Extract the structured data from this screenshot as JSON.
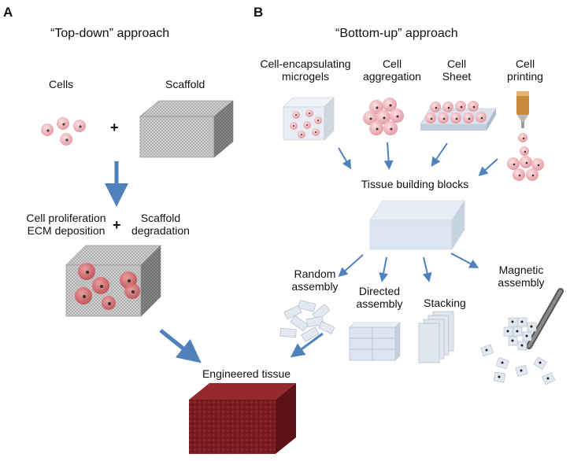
{
  "panels": {
    "a": "A",
    "b": "B"
  },
  "top_down": {
    "heading": "“Top-down” approach",
    "cells": "Cells",
    "scaffold": "Scaffold",
    "plus1": "+",
    "proliferation": [
      "Cell proliferation",
      "ECM deposition"
    ],
    "plus2": "+",
    "degradation": [
      "Scaffold",
      "degradation"
    ]
  },
  "bottom_up": {
    "heading": "“Bottom-up” approach",
    "methods": [
      [
        "Cell-encapsulating",
        "microgels"
      ],
      [
        "Cell",
        "aggregation"
      ],
      [
        "Cell",
        "Sheet"
      ],
      [
        "Cell",
        "printing"
      ]
    ],
    "building_blocks": "Tissue building blocks",
    "assembly": [
      [
        "Random",
        "assembly"
      ],
      [
        "Directed",
        "assembly"
      ],
      [
        "Stacking"
      ],
      [
        "Magnetic",
        "assembly"
      ]
    ]
  },
  "result": "Engineered tissue",
  "colors": {
    "arrow": "#4f81bd",
    "cell": "#eeb3b8",
    "tissue": "#7a1c1f",
    "block": "#dfe8f4"
  }
}
